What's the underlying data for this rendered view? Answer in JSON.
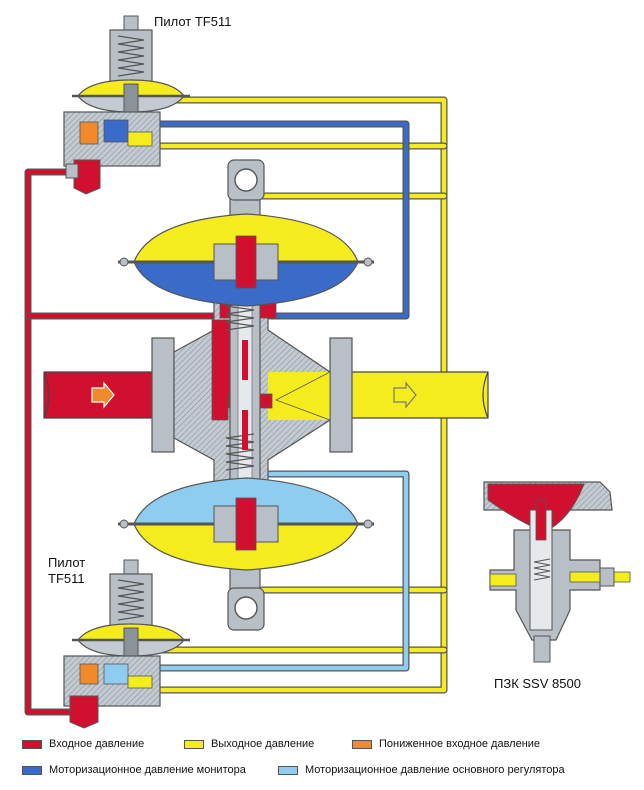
{
  "labels": {
    "pilot_top": "Пилот TF511",
    "pilot_bottom": [
      "Пилот",
      "TF511"
    ],
    "ssv": "ПЗК SSV 8500"
  },
  "legend": [
    {
      "label": "Входное давление",
      "color": "#d0102e"
    },
    {
      "label": "Выходное давление",
      "color": "#f5ec1e"
    },
    {
      "label": "Пониженное входное давление",
      "color": "#f08a2a"
    },
    {
      "label": "Моторизационное давление монитора",
      "color": "#3a6bc8"
    },
    {
      "label": "Моторизационное давление основного регулятора",
      "color": "#8fcdf0"
    }
  ],
  "colors": {
    "inlet": "#d0102e",
    "outlet": "#f5ec1e",
    "reduced_inlet": "#f08a2a",
    "monitor": "#3a6bc8",
    "main_regulator": "#8fcdf0",
    "body": "#b8bfc7",
    "body_dark": "#7c858f"
  },
  "icons": [
    "arrow-right-icon"
  ]
}
